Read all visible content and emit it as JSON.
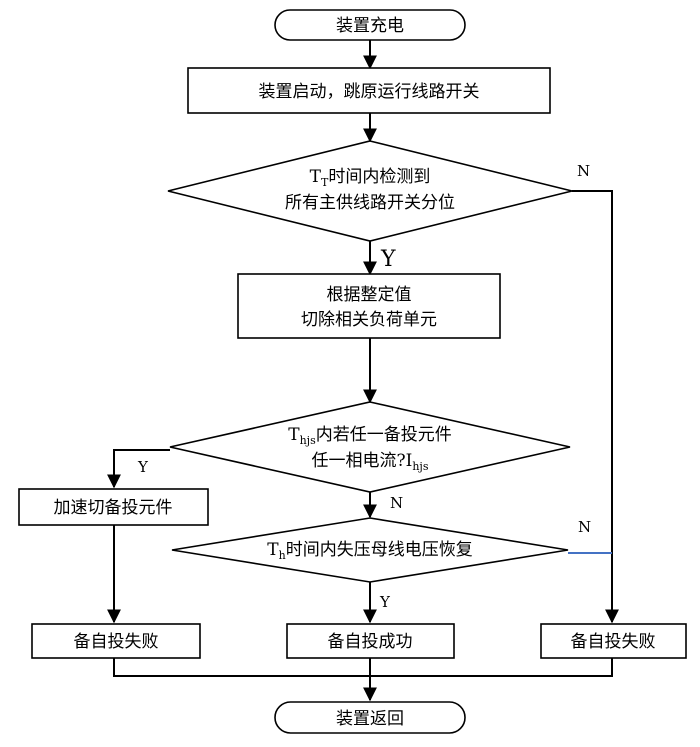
{
  "nodes": {
    "start": "装置充电",
    "startup": "装置启动，跳原运行线路开关",
    "detect_sym": "T",
    "detect_sub": "T",
    "detect_line1": "时间内检测到",
    "detect_line2": "所有主供线路开关分位",
    "cut_line1": "根据整定值",
    "cut_line2": "切除相关负荷单元",
    "current_sym": "T",
    "current_sub": "hjs",
    "current_line1": "内若任一备投元件",
    "current_line2_pre": "任一相电流?I",
    "current_line2_sub": "hjs",
    "accel_cut": "加速切备投元件",
    "volt_sym": "T",
    "volt_sub": "h",
    "volt_text": "时间内失压母线电压恢复",
    "fail_left": "备自投失败",
    "success": "备自投成功",
    "fail_right": "备自投失败",
    "end": "装置返回"
  },
  "edge_labels": {
    "detect_no": "N",
    "detect_yes": "Y",
    "current_yes": "Y",
    "current_no": "N",
    "volt_no": "N",
    "volt_yes": "Y"
  },
  "colors": {
    "line": "#000000",
    "highlight_line": "#4472c4"
  }
}
